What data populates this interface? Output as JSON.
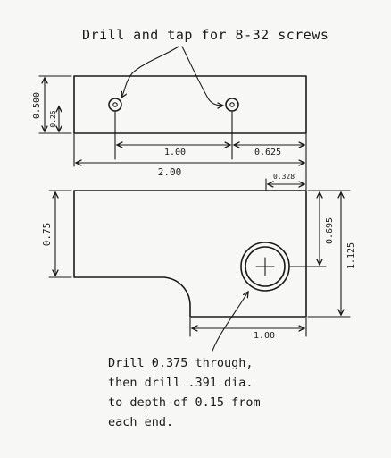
{
  "notes": {
    "top": "Drill and tap for 8-32 screws",
    "bottom": [
      "Drill 0.375 through,",
      "then drill .391 dia.",
      "to depth of 0.15 from",
      "each end."
    ]
  },
  "dimensions": {
    "top_height": "0.500",
    "hole_offset": "0.25",
    "hole_spacing": "1.00",
    "hole_to_edge": "0.625",
    "overall_length": "2.00",
    "end_offset": "0.328",
    "left_height": "0.75",
    "bore_height": "0.695",
    "overall_height": "1.125",
    "bottom_width": "1.00"
  }
}
